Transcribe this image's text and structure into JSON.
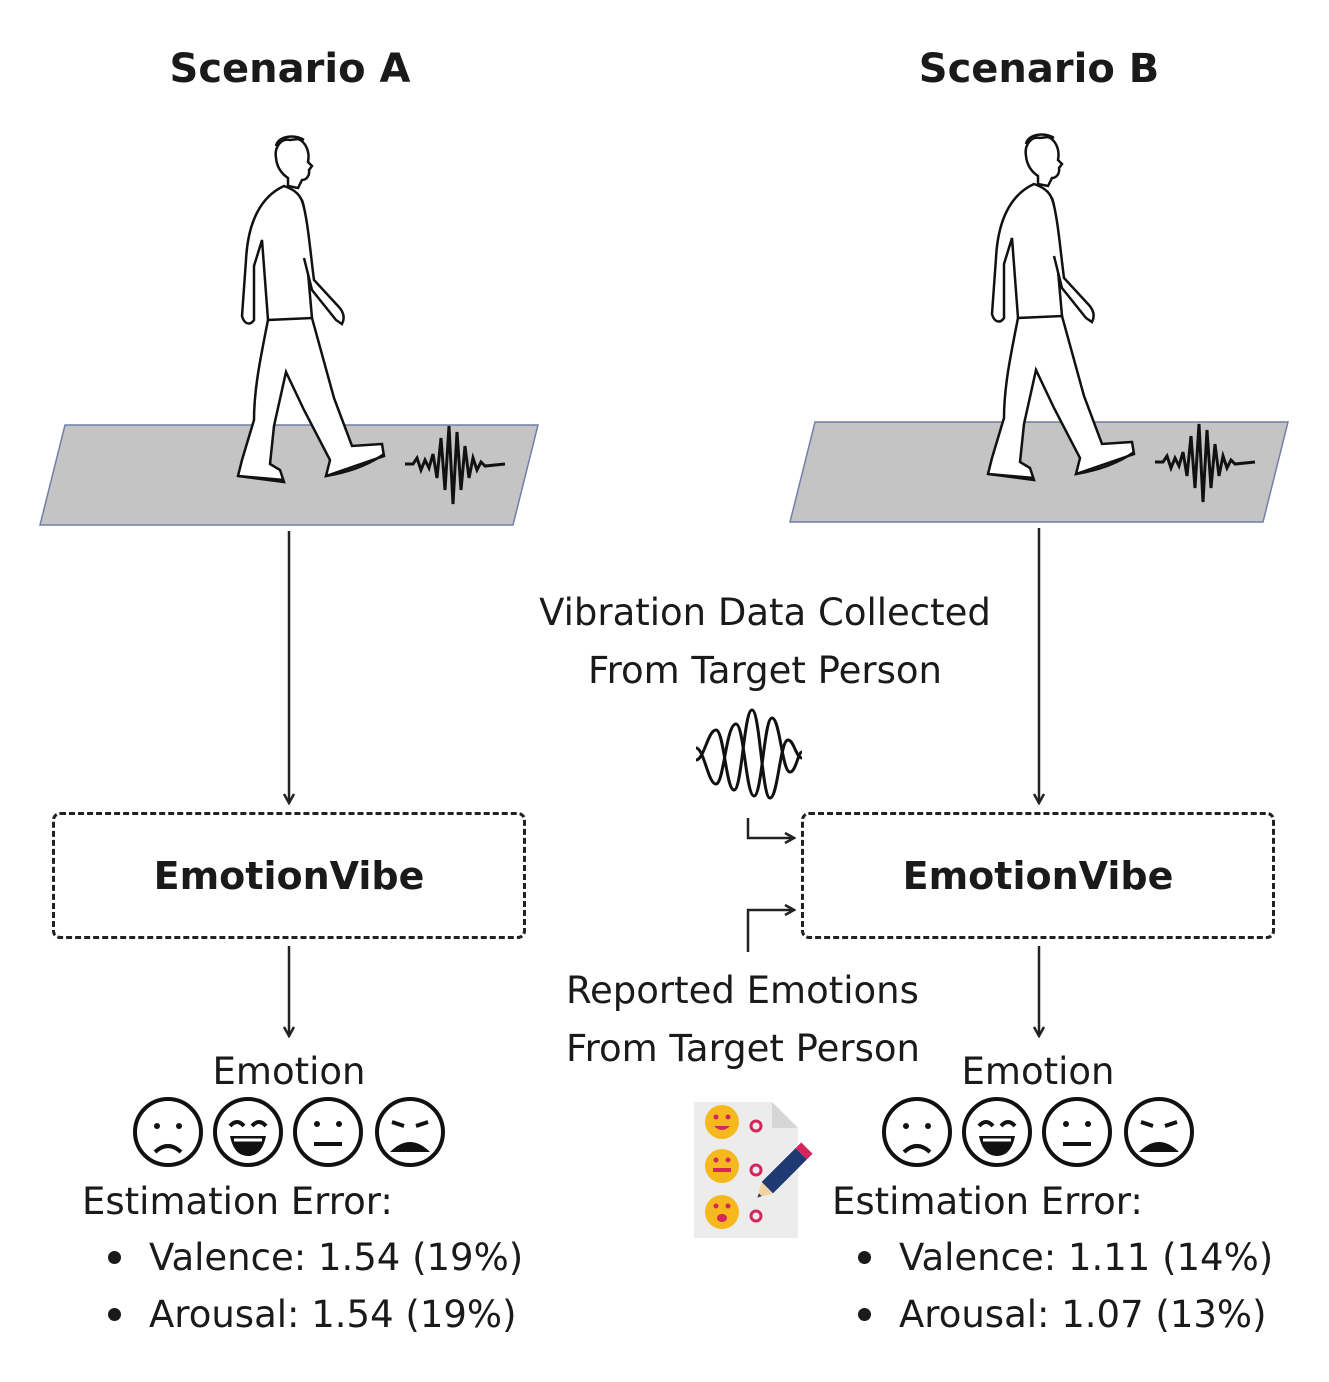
{
  "scenario_a": {
    "title": "Scenario A",
    "system_label": "EmotionVibe",
    "emotion_label": "Emotion",
    "faces": [
      "sad-face-icon",
      "happy-face-icon",
      "neutral-face-icon",
      "angry-face-icon"
    ],
    "error_title": "Estimation Error:",
    "errors": [
      "Valence: 1.54 (19%)",
      "Arousal: 1.54 (19%)"
    ]
  },
  "scenario_b": {
    "title": "Scenario B",
    "system_label": "EmotionVibe",
    "emotion_label": "Emotion",
    "faces": [
      "sad-face-icon",
      "happy-face-icon",
      "neutral-face-icon",
      "angry-face-icon"
    ],
    "error_title": "Estimation Error:",
    "errors": [
      "Valence: 1.11 (14%)",
      "Arousal: 1.07 (13%)"
    ]
  },
  "inputs": {
    "vibration_caption": [
      "Vibration Data Collected",
      "From Target Person"
    ],
    "report_caption": [
      "Reported Emotions",
      "From Target Person"
    ]
  },
  "colors": {
    "floor": "#c4c4c4",
    "floor_edge": "#6f7fa8",
    "face_yellow": "#f5b81d",
    "accent_red": "#d5265b",
    "pencil_blue": "#1f3a73"
  }
}
